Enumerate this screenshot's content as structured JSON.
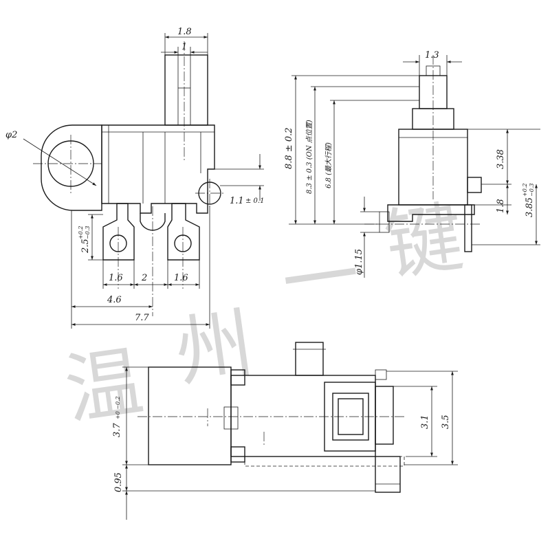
{
  "watermark": [
    "温",
    "州",
    "一",
    "键"
  ],
  "front": {
    "w_1_8": "1.8",
    "w_1": "1",
    "phi2": "φ2",
    "h_1_1": "1.1",
    "h_1_1_tol": "± 0.1",
    "h_2_5": "2.5",
    "h_2_5_tol_up": "+0.2",
    "h_2_5_tol_dn": "−0.3",
    "w_1_6_left": "1.6",
    "w_2": "2",
    "w_1_6_right": "1.6",
    "w_4_6": "4.6",
    "w_7_7": "7.7"
  },
  "side": {
    "w_1_3": "1.3",
    "h_8_8": "8.8 ± 0.2",
    "h_8_3": "8.3 ± 0.3 (ON 点位置)",
    "h_6_8": "6.8  (最大行程)",
    "h_3_38": "3.38",
    "h_1_8": "1.8",
    "h_3_85": "3.85",
    "h_3_85_tol_up": "+0.2",
    "h_3_85_tol_dn": "−0.3",
    "d_1_15": "φ1.15"
  },
  "bottom": {
    "h_3_7": "3.7",
    "h_3_7_tol": "+0  −0.2",
    "h_0_95": "0.95",
    "h_3_1": "3.1",
    "h_3_5": "3.5"
  }
}
